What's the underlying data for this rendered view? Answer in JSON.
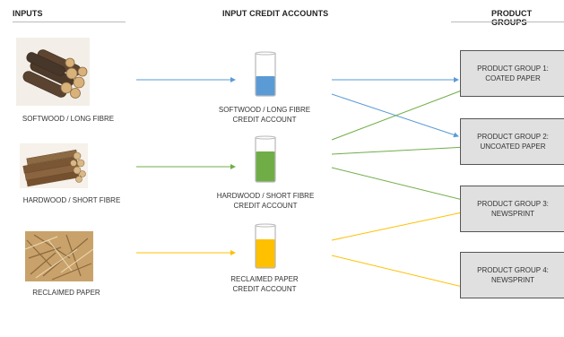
{
  "headers": {
    "inputs": "INPUTS",
    "accounts": "INPUT CREDIT ACCOUNTS",
    "groups": "PRODUCT GROUPS"
  },
  "inputs": [
    {
      "label": "SOFTWOOD / LONG FIBRE",
      "image": "softwood-logs-image"
    },
    {
      "label": "HARDWOOD / SHORT FIBRE",
      "image": "hardwood-logs-image"
    },
    {
      "label": "RECLAIMED PAPER",
      "image": "reclaimed-paper-image"
    }
  ],
  "accounts": [
    {
      "line1": "SOFTWOOD / LONG FIBRE",
      "line2": "CREDIT ACCOUNT",
      "color": "#5b9bd5"
    },
    {
      "line1": "HARDWOOD / SHORT FIBRE",
      "line2": "CREDIT ACCOUNT",
      "color": "#70ad47"
    },
    {
      "line1": "RECLAIMED PAPER",
      "line2": "CREDIT ACCOUNT",
      "color": "#ffc000"
    }
  ],
  "groups": [
    {
      "line1": "PRODUCT GROUP 1:",
      "line2": "COATED PAPER"
    },
    {
      "line1": "PRODUCT GROUP 2:",
      "line2": "UNCOATED PAPER"
    },
    {
      "line1": "PRODUCT GROUP 3:",
      "line2": "NEWSPRINT"
    },
    {
      "line1": "PRODUCT GROUP 4:",
      "line2": "NEWSPRINT"
    }
  ],
  "flows": [
    {
      "from": "input-softwood",
      "to": "account-softwood",
      "color": "#5b9bd5"
    },
    {
      "from": "input-hardwood",
      "to": "account-hardwood",
      "color": "#70ad47"
    },
    {
      "from": "input-reclaimed",
      "to": "account-reclaimed",
      "color": "#ffc000"
    },
    {
      "from": "account-softwood",
      "to": "product-group-1",
      "color": "#5b9bd5"
    },
    {
      "from": "account-softwood",
      "to": "product-group-2",
      "color": "#5b9bd5"
    },
    {
      "from": "account-hardwood",
      "to": "product-group-1",
      "color": "#70ad47"
    },
    {
      "from": "account-hardwood",
      "to": "product-group-2",
      "color": "#70ad47"
    },
    {
      "from": "account-hardwood",
      "to": "product-group-3",
      "color": "#70ad47"
    },
    {
      "from": "account-reclaimed",
      "to": "product-group-3",
      "color": "#ffc000"
    },
    {
      "from": "account-reclaimed",
      "to": "product-group-4",
      "color": "#ffc000"
    }
  ]
}
